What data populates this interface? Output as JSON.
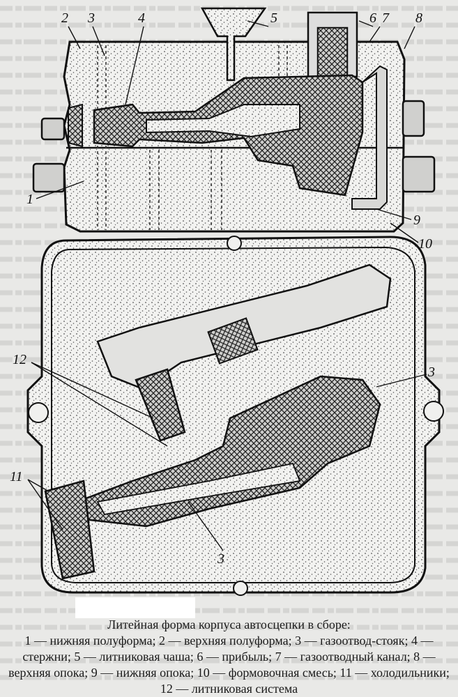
{
  "caption": {
    "title": "Литейная форма корпуса автосцепки в сборе:",
    "legend": "1 — нижняя полуформа; 2 — верхняя полуформа; 3 — газоотвод-стояк; 4 — стержни; 5 — литниковая чаша; 6 — прибыль; 7 — газоотводный канал; 8 — верхняя опока; 9 — нижняя опока; 10 — формовочная смесь; 11 — холодильники; 12 — литниковая система"
  },
  "callouts": {
    "c1": "1",
    "c2": "2",
    "c3_top": "3",
    "c4": "4",
    "c5": "5",
    "c6": "6",
    "c7": "7",
    "c8": "8",
    "c9": "9",
    "c10": "10",
    "c12": "12",
    "c3_plan_right": "3",
    "c11": "11",
    "c3_plan_bottom": "3"
  },
  "colors": {
    "paper": "#e9e9e7",
    "ink": "#1a1a1a",
    "sand_dots": "#555555",
    "cast_hatch": "#222222"
  }
}
